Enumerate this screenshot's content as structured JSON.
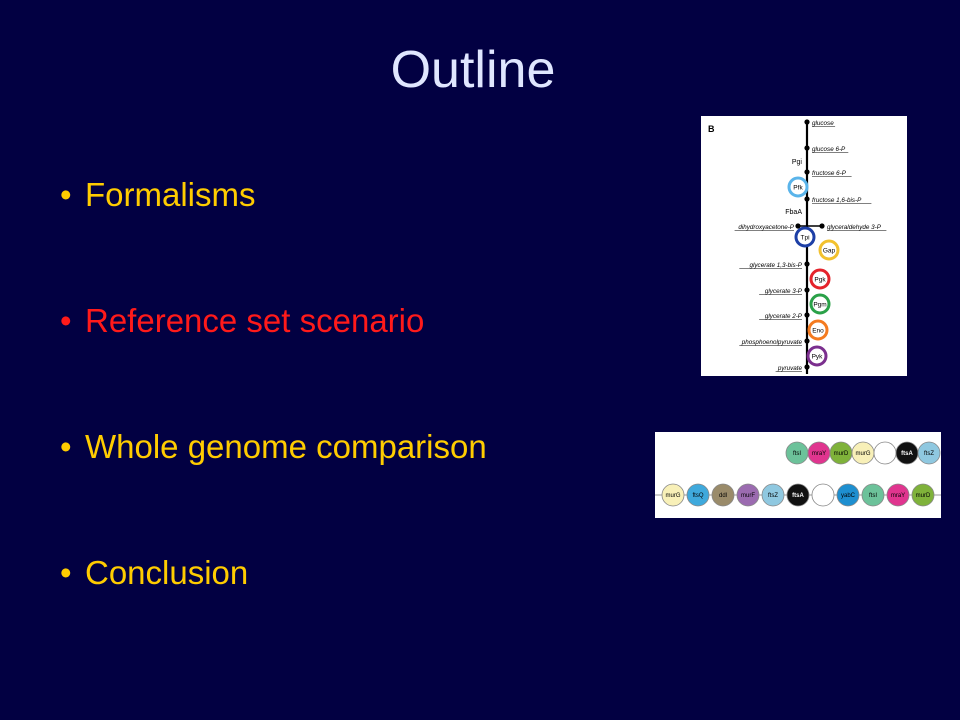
{
  "slide": {
    "title": "Outline",
    "bullets": [
      {
        "label": "Formalisms",
        "color": "#ffcc00"
      },
      {
        "label": "Reference set scenario",
        "color": "#ff1a1a"
      },
      {
        "label": "Whole genome comparison",
        "color": "#ffcc00"
      },
      {
        "label": "Conclusion",
        "color": "#ffcc00"
      }
    ],
    "bullet_glyph": "•"
  },
  "pathway_figure": {
    "panel_letter": "B",
    "metabolites": [
      "glucose",
      "glucose 6-P",
      "fructose 6-P",
      "fructose 1,6-bis-P",
      "dihydroxyacetone-P",
      "glyceraldehyde 3-P",
      "glycerate 1,3-bis-P",
      "glycerate 3-P",
      "glycerate 2-P",
      "phosphoenolpyruvate",
      "pyruvate"
    ],
    "enzymes": [
      {
        "label": "Pgi",
        "circled": false
      },
      {
        "label": "Pfk",
        "color": "#5ab4ea"
      },
      {
        "label": "FbaA",
        "circled": false
      },
      {
        "label": "Tpi",
        "color": "#1d3fa6"
      },
      {
        "label": "Gap",
        "color": "#f2c12e"
      },
      {
        "label": "Pgk",
        "color": "#e4232b"
      },
      {
        "label": "Pgm",
        "color": "#2aa148"
      },
      {
        "label": "Eno",
        "color": "#f47b20"
      },
      {
        "label": "Pyk",
        "color": "#7b2f8e"
      }
    ]
  },
  "gene_figure": {
    "row1": [
      {
        "label": "ftsI",
        "color": "#6cc29a"
      },
      {
        "label": "mraY",
        "color": "#e0358f"
      },
      {
        "label": "murD",
        "color": "#7fb23a"
      },
      {
        "label": "murG",
        "color": "#f8f0b8"
      },
      {
        "label": "",
        "color": "#ffffff"
      },
      {
        "label": "ftsA",
        "color": "#111111"
      },
      {
        "label": "ftsZ",
        "color": "#8fc8e0"
      }
    ],
    "row2": [
      {
        "label": "murG",
        "color": "#f8f0b8"
      },
      {
        "label": "ftsQ",
        "color": "#3fa9dc"
      },
      {
        "label": "ddl",
        "color": "#9a8b6a"
      },
      {
        "label": "murF",
        "color": "#9b6bb0"
      },
      {
        "label": "ftsZ",
        "color": "#8fc8e0"
      },
      {
        "label": "ftsA",
        "color": "#111111"
      },
      {
        "label": "",
        "color": "#ffffff"
      },
      {
        "label": "yabC",
        "color": "#1e8fd0"
      },
      {
        "label": "ftsI",
        "color": "#6cc29a"
      },
      {
        "label": "mraY",
        "color": "#e0358f"
      },
      {
        "label": "murD",
        "color": "#7fb23a"
      }
    ]
  }
}
